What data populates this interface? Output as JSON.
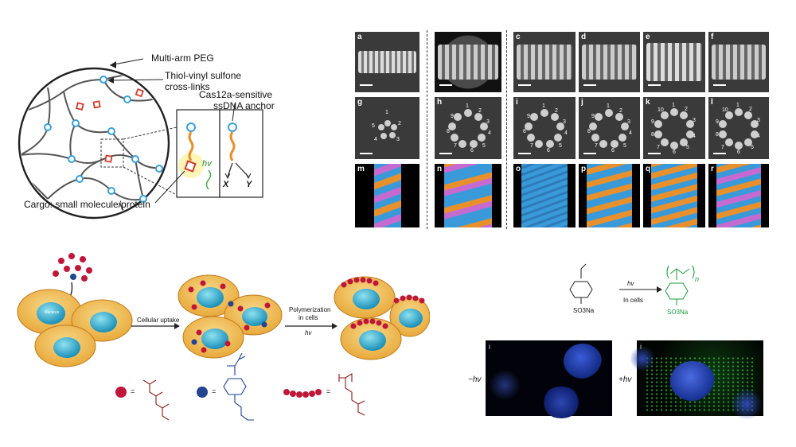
{
  "hydrogel": {
    "label_multiarm": "Multi-arm PEG",
    "label_crosslink_1": "Thiol-vinyl sulfone",
    "label_crosslink_2": "cross-links",
    "label_anchor_1": "Cas12a-sensitive",
    "label_anchor_2": "ssDNA anchor",
    "label_cargo": "Cargo: small molecule/protein",
    "label_hv": "hv",
    "label_x": "X",
    "label_y": "Y"
  },
  "cryoem": {
    "panels_top": [
      "a",
      "b",
      "c",
      "d",
      "e",
      "f"
    ],
    "panels_mid": [
      "g",
      "h",
      "i",
      "j",
      "k",
      "l"
    ],
    "panels_bot": [
      "m",
      "n",
      "o",
      "p",
      "q",
      "r"
    ],
    "ring_numbers": {
      "g": [
        "1",
        "2",
        "3",
        "4",
        "5"
      ],
      "h": [
        "1",
        "2",
        "3",
        "4",
        "5",
        "6",
        "7",
        "8",
        "9"
      ],
      "i": [
        "1",
        "2",
        "3",
        "4",
        "5",
        "6",
        "7",
        "8",
        "9"
      ],
      "j": [
        "1",
        "2",
        "3",
        "4",
        "5",
        "6",
        "7",
        "8",
        "9"
      ],
      "k": [
        "1",
        "2",
        "3",
        "4",
        "5",
        "6",
        "7",
        "8",
        "9",
        "10"
      ],
      "l": [
        "1",
        "2",
        "3",
        "4",
        "5",
        "6",
        "7",
        "8",
        "9",
        "10"
      ]
    }
  },
  "cells": {
    "nucleus_label": "Nucleus",
    "step1": "Cellular uptake",
    "step2_1": "Polymerization",
    "step2_2": "in cells",
    "step2_3": "hv",
    "eq": "="
  },
  "reaction": {
    "reagent": "hv",
    "condition": "In cells",
    "monomer_group": "SO3Na",
    "polymer_group": "SO3Na",
    "subscript_n": "n"
  },
  "micrographs": {
    "left_condition": "−hv",
    "right_condition": "+hv",
    "left_label": "i",
    "right_label": "i"
  },
  "colors": {
    "orange": "#e8902c",
    "blue": "#3a9ad9",
    "magenta": "#c56ad0",
    "red_bead": "#c0163a",
    "navy_bead": "#23468f",
    "chem_red": "#8b1a1a",
    "chem_blue": "#1f3f8f",
    "chem_green": "#1a9b3a"
  }
}
